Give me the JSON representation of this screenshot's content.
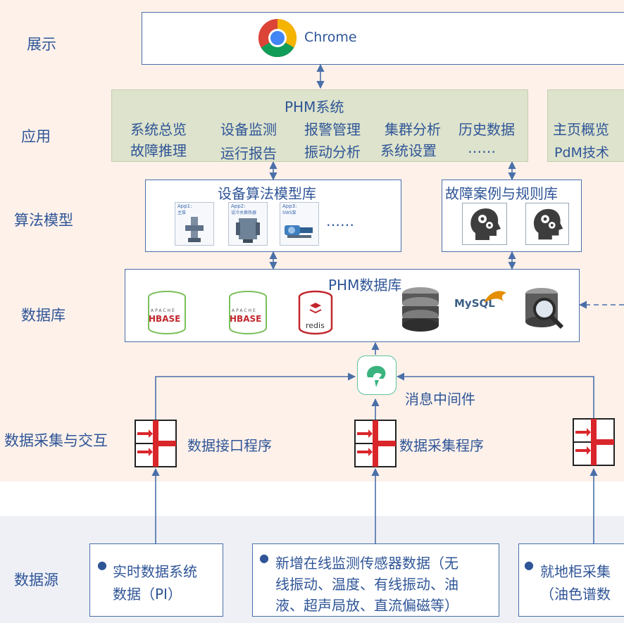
{
  "rows": {
    "display": "展示",
    "app": "应用",
    "algo": "算法模型",
    "db": "数据库",
    "collect": "数据采集与交互",
    "source": "数据源"
  },
  "display": {
    "browser_label": "Chrome"
  },
  "phm": {
    "title": "PHM系统",
    "row1": [
      "系统总览",
      "设备监测",
      "报警管理",
      "集群分析",
      "历史数据"
    ],
    "row2": [
      "故障推理",
      "运行报告",
      "振动分析",
      "系统设置",
      "……"
    ]
  },
  "side_app": {
    "row1": "主页概览",
    "row2": "PdM技术"
  },
  "model_lib": {
    "title": "设备算法模型库",
    "apps": [
      {
        "name": "App1:",
        "sub": "主泵"
      },
      {
        "name": "App2:",
        "sub": "设冷水换热器"
      },
      {
        "name": "App3:",
        "sub": "SWS泵"
      }
    ],
    "ellipsis": "……"
  },
  "fault_lib": {
    "title": "故障案例与规则库"
  },
  "database": {
    "title": "PHM数据库",
    "hbase": "HBASE",
    "apache": "APACHE",
    "redis": "redis",
    "mysql": "MySQL"
  },
  "middleware": {
    "label": "消息中间件"
  },
  "programs": {
    "interface": "数据接口程序",
    "collector": "数据采集程序"
  },
  "sources": {
    "pi": {
      "line1": "实时数据系统",
      "line2": "数据（PI）"
    },
    "sensors": {
      "line1": "新增在线监测传感器数据（无",
      "line2": "线振动、温度、有线振动、油",
      "line3": "液、超声局放、直流偏磁等）"
    },
    "cabinet": {
      "line1": "就地柜采集",
      "line2": "（油色谱数"
    }
  },
  "colors": {
    "label_blue": "#2f5597",
    "line_blue": "#4a6fa8",
    "green_box": "#dde3cc",
    "red_icon": "#d9262b"
  }
}
